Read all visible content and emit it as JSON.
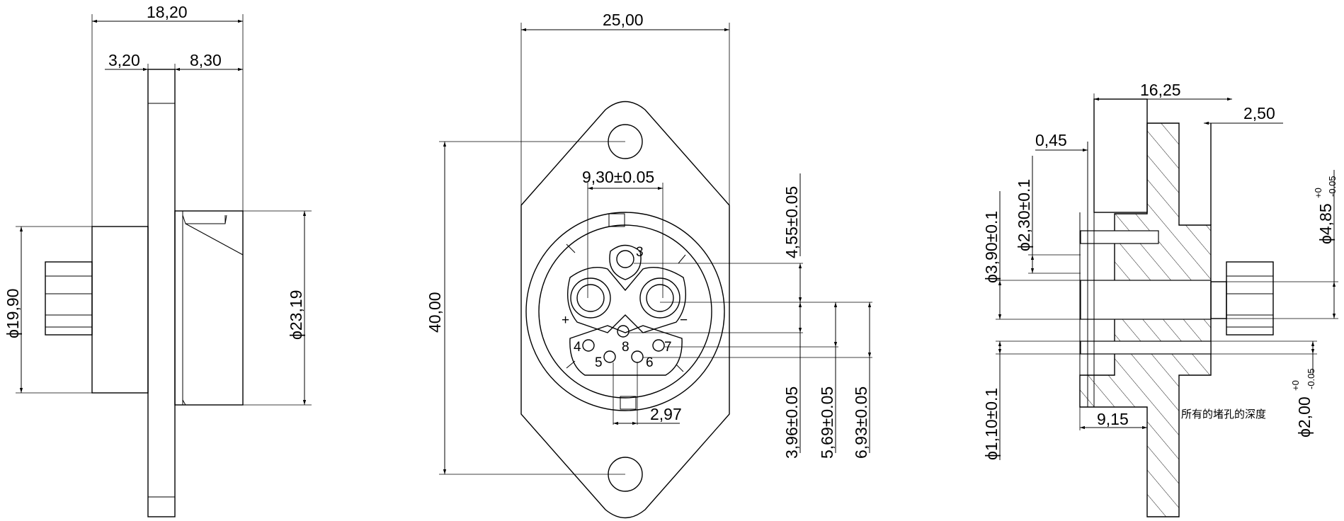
{
  "left_view": {
    "dim_overall_width": "18,20",
    "dim_flange_left": "3,20",
    "dim_body_right": "8,30",
    "dim_diameter_left": "ϕ19,90",
    "dim_diameter_right": "ϕ23,19"
  },
  "front_view": {
    "dim_flange_width": "25,00",
    "dim_hole_spacing": "40,00",
    "dim_power_pin_spacing": "9,30±0.05",
    "dim_signal_pin_spacing": "2,97",
    "dim_v1": "4,55±0.05",
    "dim_v2": "3,96±0.05",
    "dim_v3": "5,69±0.05",
    "dim_v4": "6,93±0.05",
    "pin_plus": "+",
    "pin_minus": "−",
    "pin_3": "3",
    "pin_4": "4",
    "pin_5": "5",
    "pin_6": "6",
    "pin_7": "7",
    "pin_8": "8"
  },
  "section_view": {
    "dim_total": "16,25",
    "dim_flange": "2,50",
    "dim_step": "0,45",
    "dim_hole_depth": "9,15",
    "dim_d_outer": "ϕ3,90±0.1",
    "dim_d_inner": "ϕ2,30±0.1",
    "dim_d_small": "ϕ1,10±0.1",
    "dim_d_pin_big_base": "ϕ4,85",
    "dim_d_pin_big_tol_upper": "+0",
    "dim_d_pin_big_tol_lower": "-0.05",
    "dim_d_pin_small_base": "ϕ2,00",
    "dim_d_pin_small_tol_upper": "+0",
    "dim_d_pin_small_tol_lower": "-0.05",
    "note_hole_depth": "所有的堵孔的深度"
  }
}
